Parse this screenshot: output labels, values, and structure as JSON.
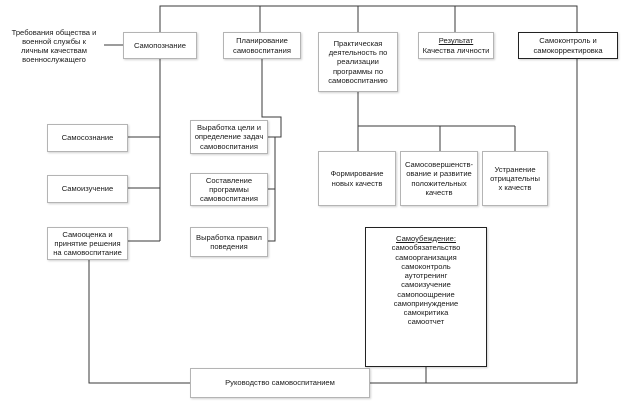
{
  "nodes": {
    "requirements": [
      "Требования общества и",
      "военной службы к",
      "личным качествам",
      "военнослужащего"
    ],
    "self_knowledge": [
      "Самопознание"
    ],
    "planning": [
      "Планирование",
      "самовоспитания"
    ],
    "practical": [
      "Практическая",
      "деятельность по",
      "реализации",
      "программы по",
      "самовоспитанию"
    ],
    "result": {
      "title": "Результат",
      "text": "Качества личности"
    },
    "self_control": [
      "Самоконтроль и",
      "самокорректировка"
    ],
    "self_awareness": [
      "Самосознание"
    ],
    "self_study": [
      "Самоизучение"
    ],
    "self_assessment": [
      "Самооценка и",
      "принятие решения",
      "на самовоспитание"
    ],
    "goal_setting": [
      "Выработка цели и",
      "определение задач",
      "самовоспитания"
    ],
    "program_making": [
      "Составление",
      "программы",
      "самовоспитания"
    ],
    "rules_making": [
      "Выработка правил",
      "поведения"
    ],
    "forming": [
      "Формирование",
      "новых качеств"
    ],
    "improving": [
      "Самосовершенств-",
      "ование и развитие",
      "положительных",
      "качеств"
    ],
    "eliminating": [
      "Устранение",
      "отрицательны",
      "х качеств"
    ],
    "self_persuasion": {
      "title": "Самоубеждение:",
      "items": [
        "самообязательство",
        "самоорганизация",
        "самоконтроль",
        "аутотренинг",
        "самоизучение",
        "самопоощрение",
        "самопринуждение",
        "самокритика",
        "самоотчет"
      ]
    },
    "management": [
      "Руководство самовоспитанием"
    ]
  }
}
